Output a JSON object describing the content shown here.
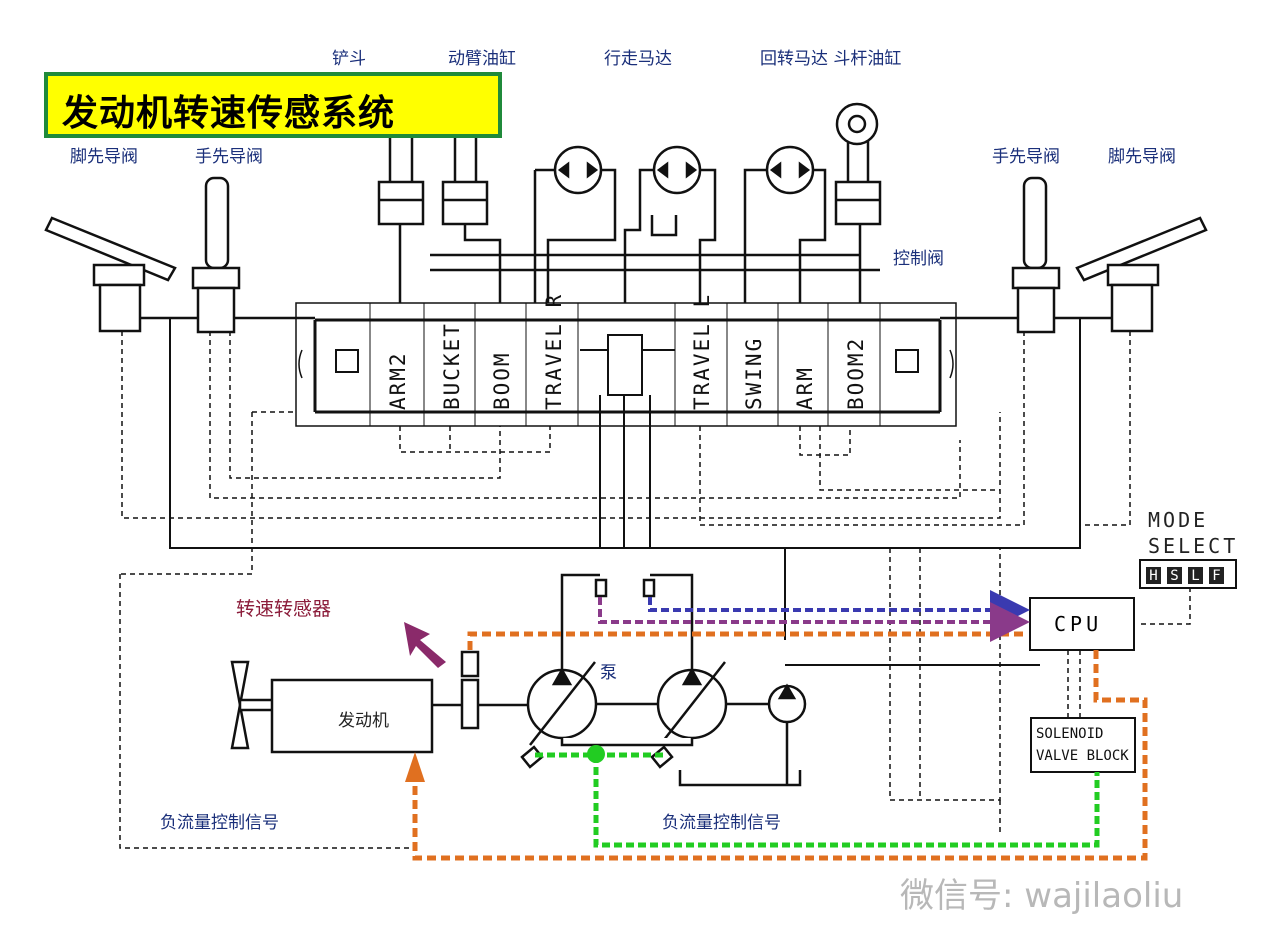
{
  "title": "发动机转速传感系统",
  "top_labels": {
    "bucket": "铲斗",
    "boom_cyl": "动臂油缸",
    "travel_motor": "行走马达",
    "swing_motor_arm_cyl": "回转马达 斗杆油缸"
  },
  "left_labels": {
    "foot_pilot": "脚先导阀",
    "hand_pilot": "手先导阀"
  },
  "right_labels": {
    "hand_pilot": "手先导阀",
    "foot_pilot": "脚先导阀"
  },
  "control_valve": "控制阀",
  "spools": [
    "ARM2",
    "BUCKET",
    "BOOM",
    "TRAVEL R",
    "TRAVEL L",
    "SWING",
    "ARM",
    "BOOM2"
  ],
  "speed_sensor": "转速转感器",
  "engine": "发动机",
  "pump": "泵",
  "neg_flow_left": "负流量控制信号",
  "neg_flow_right": "负流量控制信号",
  "mode_select": {
    "line1": "MODE",
    "line2": "SELECT",
    "keys": [
      "H",
      "S",
      "L",
      "F"
    ]
  },
  "cpu": "CPU",
  "solenoid": {
    "line1": "SOLENOID",
    "line2": "VALVE BLOCK"
  },
  "watermark": "微信号: wajilaoliu",
  "colors": {
    "title_bg": "#ffff00",
    "title_border": "#1f8a3a",
    "orange_signal": "#e07020",
    "blue_signal": "#3a3ab0",
    "purple_signal": "#8a3a8a",
    "green_signal": "#22cc22",
    "label_blue": "#1a2f7a",
    "label_red": "#8b1c3a"
  }
}
